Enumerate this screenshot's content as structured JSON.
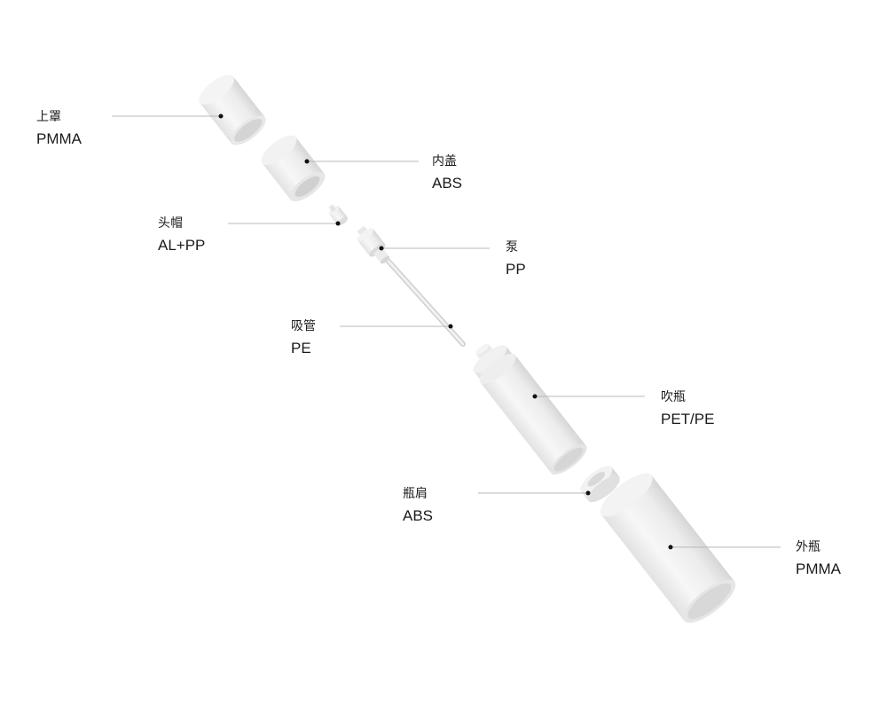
{
  "colors": {
    "part_light": "#f3f3f3",
    "part_mid": "#e6e6e6",
    "part_shade": "#cfcfcf",
    "part_inner": "#d9d9d9",
    "leader_line": "#b8b8b8",
    "dot": "#111111",
    "text": "#1a1a1a"
  },
  "components": [
    {
      "id": "overcap",
      "name": "上罩",
      "material": "PMMA"
    },
    {
      "id": "inner-cap",
      "name": "内盖",
      "material": "ABS"
    },
    {
      "id": "actuator",
      "name": "头帽",
      "material": "AL+PP"
    },
    {
      "id": "pump",
      "name": "泵",
      "material": "PP"
    },
    {
      "id": "dip-tube",
      "name": "吸管",
      "material": "PE"
    },
    {
      "id": "blow-bottle",
      "name": "吹瓶",
      "material": "PET/PE"
    },
    {
      "id": "shoulder",
      "name": "瓶肩",
      "material": "ABS"
    },
    {
      "id": "outer-bottle",
      "name": "外瓶",
      "material": "PMMA"
    }
  ]
}
